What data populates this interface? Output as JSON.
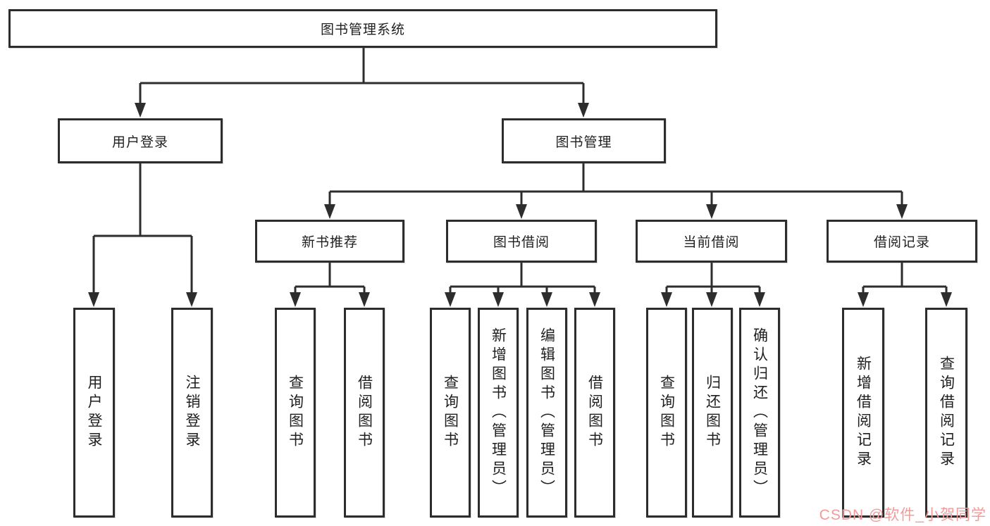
{
  "diagram": {
    "root_label": "图书管理系统",
    "branches": [
      {
        "label": "用户登录",
        "leaves": [
          "用户登录",
          "注销登录"
        ]
      },
      {
        "label": "图书管理",
        "groups": [
          {
            "label": "新书推荐",
            "leaves": [
              "查询图书",
              "借阅图书"
            ]
          },
          {
            "label": "图书借阅",
            "leaves": [
              "查询图书",
              "新增图书（管理员）",
              "编辑图书（管理员）",
              "借阅图书"
            ]
          },
          {
            "label": "当前借阅",
            "leaves": [
              "查询图书",
              "归还图书",
              "确认归还（管理员）"
            ]
          },
          {
            "label": "借阅记录",
            "leaves": [
              "新增借阅记录",
              "查询借阅记录"
            ]
          }
        ]
      }
    ]
  },
  "watermark": {
    "text": "CSDN @软件_小贺同学",
    "color": "#f29b9b"
  },
  "colors": {
    "line": "#2d2d2d",
    "box_border": "#2d2d2d",
    "text": "#1f1f1f",
    "background": "#ffffff"
  }
}
